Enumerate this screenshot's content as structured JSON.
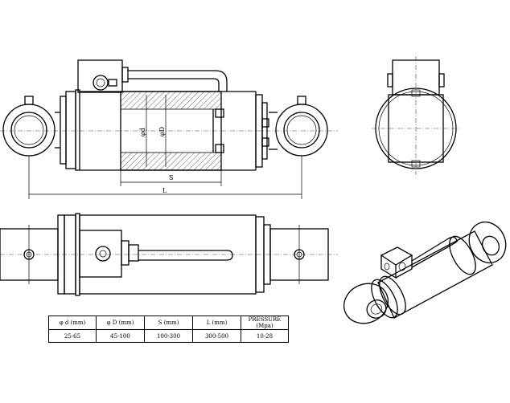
{
  "dimension_labels": {
    "rod_diameter": "φd",
    "bore_diameter": "φD",
    "stroke": "S",
    "length": "L"
  },
  "spec_table": {
    "headers": [
      "φ d (mm)",
      "φ D (mm)",
      "S (mm)",
      "L (mm)",
      "PRESSURE (Mpa)"
    ],
    "values": [
      "25-65",
      "45-100",
      "100-300",
      "300-500",
      "10-28"
    ]
  }
}
